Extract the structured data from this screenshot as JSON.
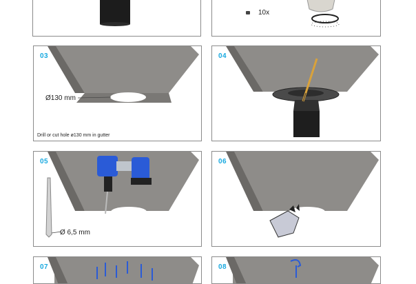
{
  "panels": [
    {
      "id": "top-left"
    },
    {
      "id": "top-right",
      "count_label": "10x"
    },
    {
      "id": "03",
      "step": "03",
      "dimension": "Ø130 mm",
      "caption": "Drill or cut hole ø130 mm in gutter"
    },
    {
      "id": "04",
      "step": "04"
    },
    {
      "id": "05",
      "step": "05",
      "dimension": "Ø 6,5 mm"
    },
    {
      "id": "06",
      "step": "06"
    },
    {
      "id": "07",
      "step": "07"
    },
    {
      "id": "08",
      "step": "08"
    }
  ],
  "colors": {
    "accent": "#18a9e0",
    "gutter": "#8e8c89",
    "gutter_dark": "#6b6966",
    "drill_blue": "#2a5bd7"
  }
}
